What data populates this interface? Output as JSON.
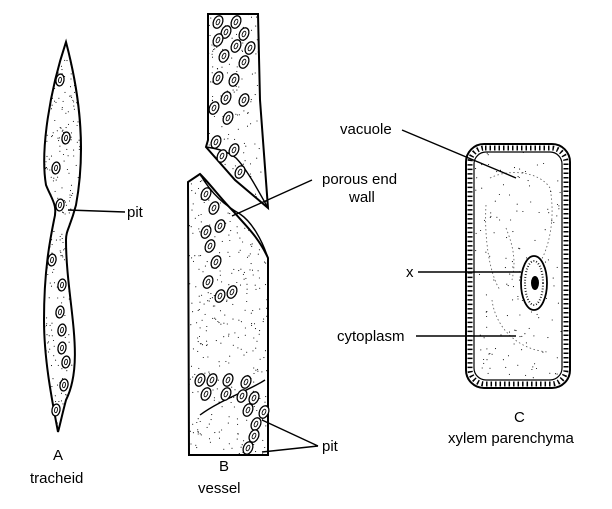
{
  "labels": {
    "tracheid_letter": "A",
    "tracheid_name": "tracheid",
    "tracheid_pit": "pit",
    "vessel_letter": "B",
    "vessel_name": "vessel",
    "vessel_end_wall_1": "porous end",
    "vessel_end_wall_2": "wall",
    "vessel_pit": "pit",
    "parenchyma_letter": "C",
    "parenchyma_name": "xylem parenchyma",
    "vacuole": "vacuole",
    "nucleus": "x",
    "cytoplasm": "cytoplasm"
  }
}
